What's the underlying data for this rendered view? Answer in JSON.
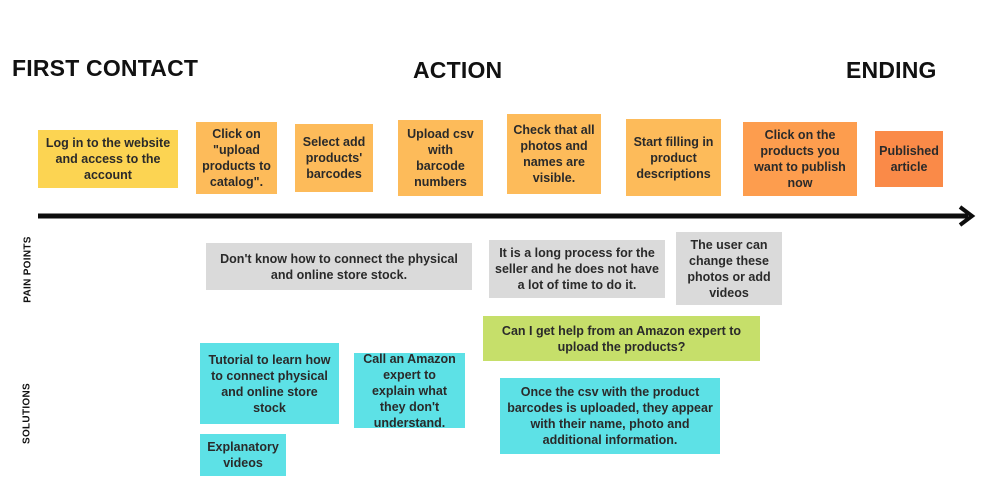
{
  "stages": {
    "first_contact": "FIRST CONTACT",
    "action": "ACTION",
    "ending": "ENDING"
  },
  "side_labels": {
    "pain_points": "PAIN POINTS",
    "solutions": "SOLUTIONS"
  },
  "steps": [
    {
      "text": "Log in to the website and access to the account",
      "color": "#fcd452"
    },
    {
      "text": "Click on \"upload products to catalog\".",
      "color": "#fdbb5a"
    },
    {
      "text": "Select add products' barcodes",
      "color": "#fdbb5a"
    },
    {
      "text": "Upload csv with barcode numbers",
      "color": "#fdbb5a"
    },
    {
      "text": "Check that all photos and names are visible.",
      "color": "#fdbb5a"
    },
    {
      "text": "Start filling in product descriptions",
      "color": "#fdbb5a"
    },
    {
      "text": "Click on the products you want to publish now",
      "color": "#fd9d4e"
    },
    {
      "text": "Published article",
      "color": "#fa8a48"
    }
  ],
  "pain_points": [
    {
      "text": "Don't know how to connect the physical and online store stock.",
      "color": "#dadada"
    },
    {
      "text": "It is a long process for the seller and he does not have a lot of time to do it.",
      "color": "#dadada"
    },
    {
      "text": "The user can change these photos or add videos",
      "color": "#dadada"
    },
    {
      "text": "Can I get help from an Amazon expert to upload the products?",
      "color": "#c6df6a"
    }
  ],
  "solutions": [
    {
      "text": "Tutorial to learn how to connect physical and online store stock",
      "color": "#5de1e6"
    },
    {
      "text": "Explanatory videos",
      "color": "#5de1e6"
    },
    {
      "text": "Call an Amazon expert to explain what they don't understand.",
      "color": "#5de1e6"
    },
    {
      "text": "Once the csv with the product barcodes is uploaded, they appear with their name, photo and additional information.",
      "color": "#5de1e6"
    }
  ]
}
